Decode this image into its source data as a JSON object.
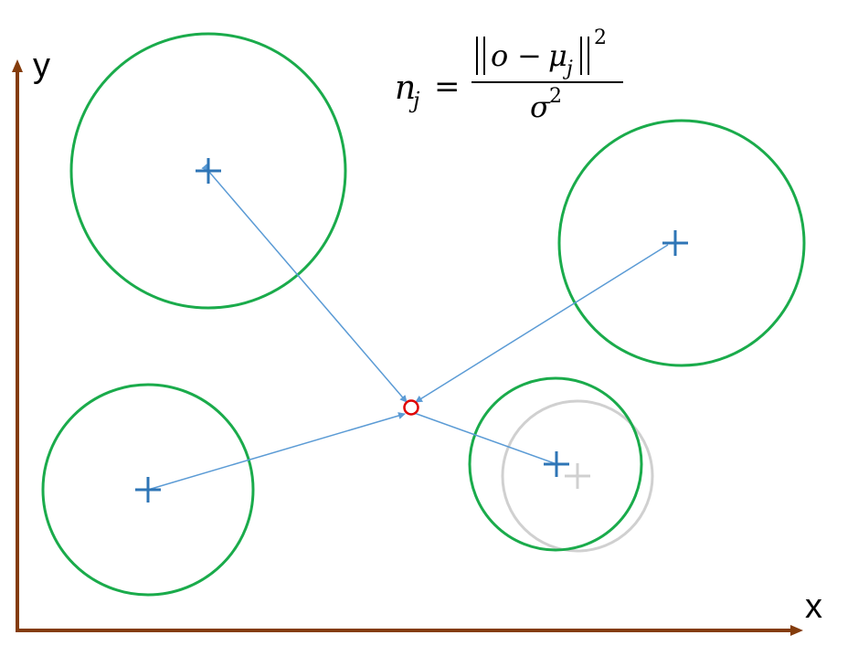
{
  "axes": {
    "x_label": "x",
    "y_label": "y",
    "color": "#843C0C"
  },
  "formula": {
    "lhs": "n",
    "lhs_sub": "j",
    "equals": "=",
    "numerator_var": "o",
    "minus": "−",
    "mu": "μ",
    "mu_sub": "j",
    "numerator_exp": "2",
    "denominator": "σ",
    "denominator_exp": "2"
  },
  "colors": {
    "cluster_circle": "#1AAB4B",
    "previous_circle": "#D0D0D0",
    "previous_center": "#D0D0D0",
    "center_marker": "#2E75B6",
    "arrow": "#5B9BD5",
    "observation": "#E00000"
  },
  "clusters": [
    {
      "name": "top-left"
    },
    {
      "name": "right"
    },
    {
      "name": "bottom-left"
    },
    {
      "name": "bottom-middle"
    }
  ]
}
